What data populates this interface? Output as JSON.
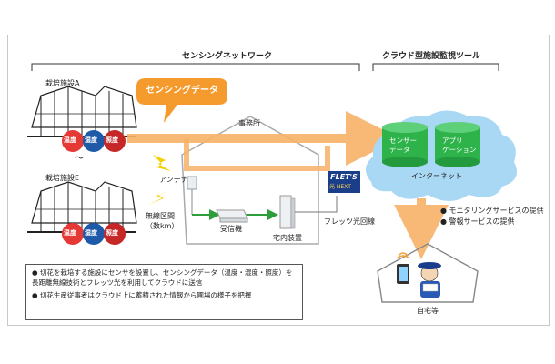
{
  "headers": {
    "sensing_network": "センシングネットワーク",
    "cloud_monitor_tool": "クラウド型施設監視ツール"
  },
  "facilities": [
    {
      "name": "栽培施設A",
      "sensors": [
        "温度",
        "湿度",
        "照度"
      ]
    },
    {
      "name": "栽培施設E",
      "sensors": [
        "温度",
        "湿度",
        "照度"
      ]
    }
  ],
  "ellipsis_mark": "〜",
  "sensing_data_label": "センシングデータ",
  "office_label": "事務所",
  "antenna_label": "アンテナ",
  "wireless_label": "無線区間",
  "wireless_range": "（数km）",
  "receiver_label": "受信機",
  "home_device_label": "宅内装置",
  "flets_logo": "FLET'S",
  "flets_sub": "光 NEXT",
  "flets_line_label": "フレッツ光回線",
  "cloud": {
    "sensor_data": "センサー\nデータ",
    "application": "アプリ\nケーション",
    "internet": "インターネット"
  },
  "services": [
    "モニタリングサービスの提供",
    "警報サービスの提供"
  ],
  "home_label": "自宅等",
  "notes": [
    "切花を栽培する施設にセンサを設置し、センシングデータ（温度・湿度・照度）を長距離無線技術とフレッツ光を利用してクラウドに送信",
    "切花生産従事者はクラウド上に蓄積された情報から圃場の様子を把握"
  ],
  "colors": {
    "sensor_temp": "#e53935",
    "sensor_hum": "#1e5aa8",
    "sensor_lux": "#c62828",
    "orange_arrow": "#f7b267",
    "bubble": "#f59a2c",
    "green_arrow": "#2e9e3a",
    "cloud": "#a9d8f5",
    "db": "#2db34a"
  }
}
